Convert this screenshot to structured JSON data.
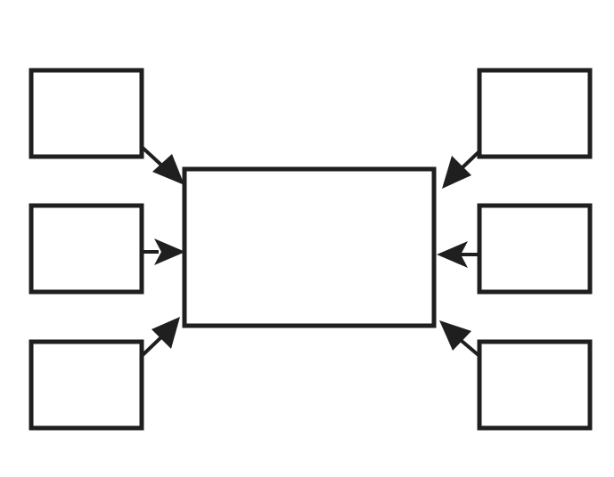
{
  "diagram": {
    "description_visible_text": [],
    "colors": {
      "stroke": "#1f1f1f",
      "fill": "#ffffff",
      "background": "#ffffff"
    },
    "nodes": [
      {
        "id": "center",
        "label": ""
      },
      {
        "id": "left-top",
        "label": ""
      },
      {
        "id": "left-middle",
        "label": ""
      },
      {
        "id": "left-bottom",
        "label": ""
      },
      {
        "id": "right-top",
        "label": ""
      },
      {
        "id": "right-middle",
        "label": ""
      },
      {
        "id": "right-bottom",
        "label": ""
      }
    ],
    "edges": [
      {
        "from": "left-top",
        "to": "center"
      },
      {
        "from": "left-middle",
        "to": "center"
      },
      {
        "from": "left-bottom",
        "to": "center"
      },
      {
        "from": "right-top",
        "to": "center"
      },
      {
        "from": "right-middle",
        "to": "center"
      },
      {
        "from": "right-bottom",
        "to": "center"
      }
    ]
  }
}
